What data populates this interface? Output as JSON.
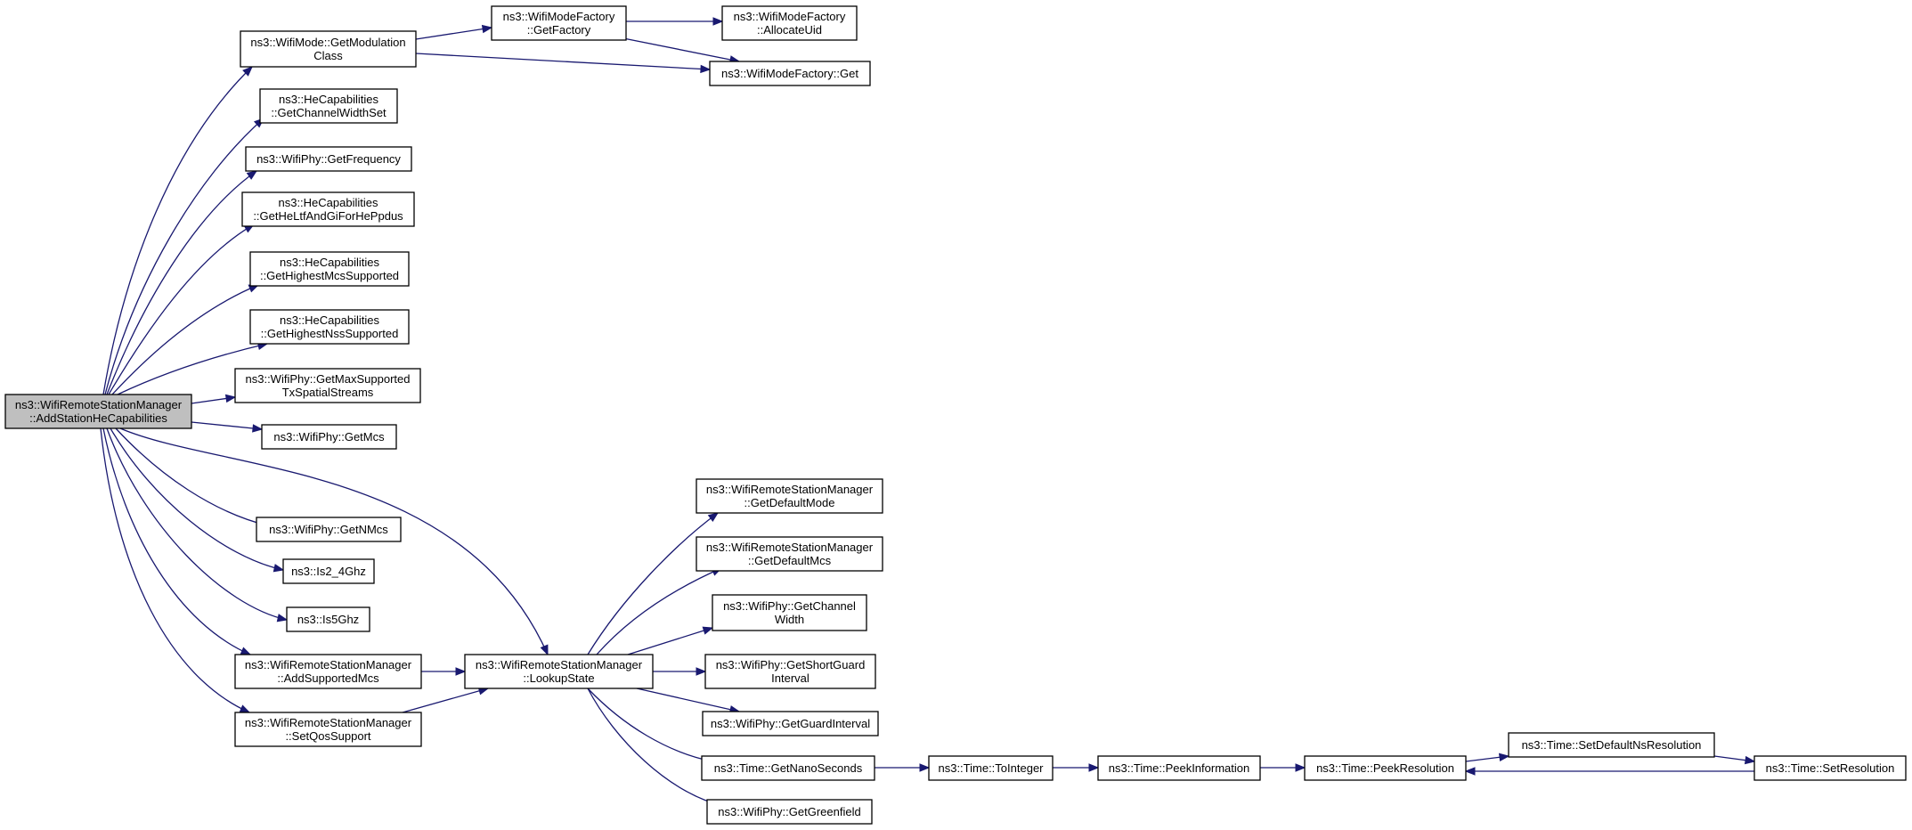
{
  "colors": {
    "edge": "#191970",
    "node_border": "#000000",
    "node_fill": "#ffffff",
    "root_fill": "#bfbfbf",
    "background": "#ffffff"
  },
  "nodes": [
    {
      "id": "root",
      "lines": [
        "ns3::WifiRemoteStationManager",
        "::AddStationHeCapabilities"
      ],
      "root": true
    },
    {
      "id": "getModulationClass",
      "lines": [
        "ns3::WifiMode::GetModulation",
        "Class"
      ]
    },
    {
      "id": "getFactory",
      "lines": [
        "ns3::WifiModeFactory",
        "::GetFactory"
      ]
    },
    {
      "id": "allocateUid",
      "lines": [
        "ns3::WifiModeFactory",
        "::AllocateUid"
      ]
    },
    {
      "id": "factoryGet",
      "lines": [
        "ns3::WifiModeFactory::Get"
      ]
    },
    {
      "id": "getChannelWidthSet",
      "lines": [
        "ns3::HeCapabilities",
        "::GetChannelWidthSet"
      ]
    },
    {
      "id": "getFrequency",
      "lines": [
        "ns3::WifiPhy::GetFrequency"
      ]
    },
    {
      "id": "getHeLtf",
      "lines": [
        "ns3::HeCapabilities",
        "::GetHeLtfAndGiForHePpdus"
      ]
    },
    {
      "id": "getHighestMcs",
      "lines": [
        "ns3::HeCapabilities",
        "::GetHighestMcsSupported"
      ]
    },
    {
      "id": "getHighestNss",
      "lines": [
        "ns3::HeCapabilities",
        "::GetHighestNssSupported"
      ]
    },
    {
      "id": "getMaxStreams",
      "lines": [
        "ns3::WifiPhy::GetMaxSupported",
        "TxSpatialStreams"
      ]
    },
    {
      "id": "getMcs",
      "lines": [
        "ns3::WifiPhy::GetMcs"
      ]
    },
    {
      "id": "getNMcs",
      "lines": [
        "ns3::WifiPhy::GetNMcs"
      ]
    },
    {
      "id": "is24",
      "lines": [
        "ns3::Is2_4Ghz"
      ]
    },
    {
      "id": "is5",
      "lines": [
        "ns3::Is5Ghz"
      ]
    },
    {
      "id": "addSupportedMcs",
      "lines": [
        "ns3::WifiRemoteStationManager",
        "::AddSupportedMcs"
      ]
    },
    {
      "id": "setQosSupport",
      "lines": [
        "ns3::WifiRemoteStationManager",
        "::SetQosSupport"
      ]
    },
    {
      "id": "lookupState",
      "lines": [
        "ns3::WifiRemoteStationManager",
        "::LookupState"
      ]
    },
    {
      "id": "getDefaultMode",
      "lines": [
        "ns3::WifiRemoteStationManager",
        "::GetDefaultMode"
      ]
    },
    {
      "id": "getDefaultMcs",
      "lines": [
        "ns3::WifiRemoteStationManager",
        "::GetDefaultMcs"
      ]
    },
    {
      "id": "getChannelWidth",
      "lines": [
        "ns3::WifiPhy::GetChannel",
        "Width"
      ]
    },
    {
      "id": "getShortGuard",
      "lines": [
        "ns3::WifiPhy::GetShortGuard",
        "Interval"
      ]
    },
    {
      "id": "getGuardInterval",
      "lines": [
        "ns3::WifiPhy::GetGuardInterval"
      ]
    },
    {
      "id": "getNanoSeconds",
      "lines": [
        "ns3::Time::GetNanoSeconds"
      ]
    },
    {
      "id": "getGreenfield",
      "lines": [
        "ns3::WifiPhy::GetGreenfield"
      ]
    },
    {
      "id": "toInteger",
      "lines": [
        "ns3::Time::ToInteger"
      ]
    },
    {
      "id": "peekInformation",
      "lines": [
        "ns3::Time::PeekInformation"
      ]
    },
    {
      "id": "peekResolution",
      "lines": [
        "ns3::Time::PeekResolution"
      ]
    },
    {
      "id": "setDefaultNs",
      "lines": [
        "ns3::Time::SetDefaultNsResolution"
      ]
    },
    {
      "id": "setResolution",
      "lines": [
        "ns3::Time::SetResolution"
      ]
    }
  ],
  "edges": [
    {
      "from": "root",
      "to": "getModulationClass"
    },
    {
      "from": "root",
      "to": "getChannelWidthSet"
    },
    {
      "from": "root",
      "to": "getFrequency"
    },
    {
      "from": "root",
      "to": "getHeLtf"
    },
    {
      "from": "root",
      "to": "getHighestMcs"
    },
    {
      "from": "root",
      "to": "getHighestNss"
    },
    {
      "from": "root",
      "to": "getMaxStreams"
    },
    {
      "from": "root",
      "to": "getMcs"
    },
    {
      "from": "root",
      "to": "lookupState"
    },
    {
      "from": "root",
      "to": "getNMcs"
    },
    {
      "from": "root",
      "to": "is24"
    },
    {
      "from": "root",
      "to": "is5"
    },
    {
      "from": "root",
      "to": "addSupportedMcs"
    },
    {
      "from": "root",
      "to": "setQosSupport"
    },
    {
      "from": "getModulationClass",
      "to": "getFactory"
    },
    {
      "from": "getModulationClass",
      "to": "factoryGet"
    },
    {
      "from": "getFactory",
      "to": "allocateUid"
    },
    {
      "from": "getFactory",
      "to": "factoryGet"
    },
    {
      "from": "addSupportedMcs",
      "to": "lookupState"
    },
    {
      "from": "setQosSupport",
      "to": "lookupState"
    },
    {
      "from": "lookupState",
      "to": "getDefaultMode"
    },
    {
      "from": "lookupState",
      "to": "getDefaultMcs"
    },
    {
      "from": "lookupState",
      "to": "getChannelWidth"
    },
    {
      "from": "lookupState",
      "to": "getShortGuard"
    },
    {
      "from": "lookupState",
      "to": "getGuardInterval"
    },
    {
      "from": "lookupState",
      "to": "getNanoSeconds"
    },
    {
      "from": "lookupState",
      "to": "getGreenfield"
    },
    {
      "from": "getNanoSeconds",
      "to": "toInteger"
    },
    {
      "from": "toInteger",
      "to": "peekInformation"
    },
    {
      "from": "peekInformation",
      "to": "peekResolution"
    },
    {
      "from": "peekResolution",
      "to": "setDefaultNs"
    },
    {
      "from": "setDefaultNs",
      "to": "setResolution"
    },
    {
      "from": "setResolution",
      "to": "peekResolution"
    }
  ]
}
